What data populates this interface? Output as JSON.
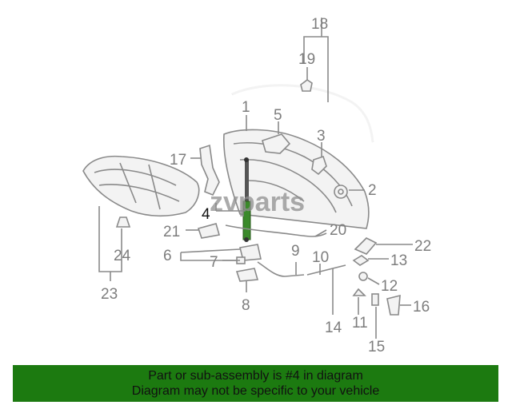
{
  "diagram": {
    "watermark": "zvparts",
    "highlight_color": "#3a8a2a",
    "callouts": {
      "c1": "1",
      "c2": "2",
      "c3": "3",
      "c4": "4",
      "c5": "5",
      "c6": "6",
      "c7": "7",
      "c8": "8",
      "c9": "9",
      "c10": "10",
      "c11": "11",
      "c12": "12",
      "c13": "13",
      "c14": "14",
      "c15": "15",
      "c16": "16",
      "c17": "17",
      "c18": "18",
      "c19": "19",
      "c20": "20",
      "c21": "21",
      "c22": "22",
      "c23": "23",
      "c24": "24"
    }
  },
  "banner": {
    "line1": "Part or sub-assembly is #4 in diagram",
    "line2": "Diagram may not be specific to your vehicle",
    "background": "#1c7a10"
  }
}
